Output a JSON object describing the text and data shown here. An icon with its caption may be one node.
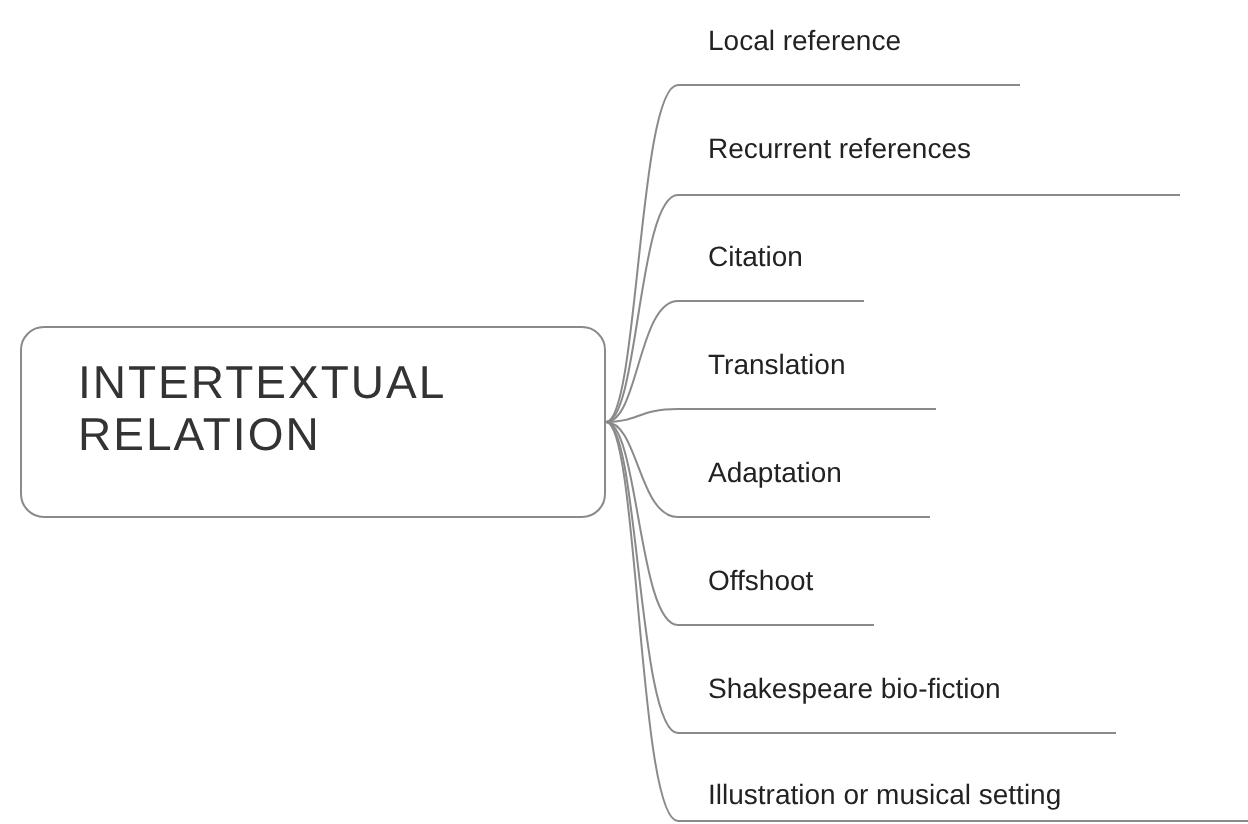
{
  "diagram": {
    "nodes": [
      {
        "text": [
          "INTERTEXTUAL RELATION"
        ]
      },
      {
        "text": [
          "Local reference"
        ]
      },
      {
        "text": [
          "Recurrent references"
        ]
      },
      {
        "text": [
          "Citation"
        ]
      },
      {
        "text": [
          "Translation"
        ]
      },
      {
        "text": [
          "Adaptation"
        ]
      },
      {
        "text": [
          "Offshoot"
        ]
      },
      {
        "text": [
          "Shakespeare bio-fiction"
        ]
      },
      {
        "text": [
          "Illustration or musical setting"
        ]
      }
    ],
    "edges": [
      {
        "from": 0,
        "to": 1,
        "arrow": "none"
      },
      {
        "from": 0,
        "to": 2,
        "arrow": "none"
      },
      {
        "from": 0,
        "to": 3,
        "arrow": "none"
      },
      {
        "from": 0,
        "to": 4,
        "arrow": "none"
      },
      {
        "from": 0,
        "to": 5,
        "arrow": "none"
      },
      {
        "from": 0,
        "to": 6,
        "arrow": "none"
      },
      {
        "from": 0,
        "to": 7,
        "arrow": "none"
      },
      {
        "from": 0,
        "to": 8,
        "arrow": "none"
      }
    ]
  }
}
